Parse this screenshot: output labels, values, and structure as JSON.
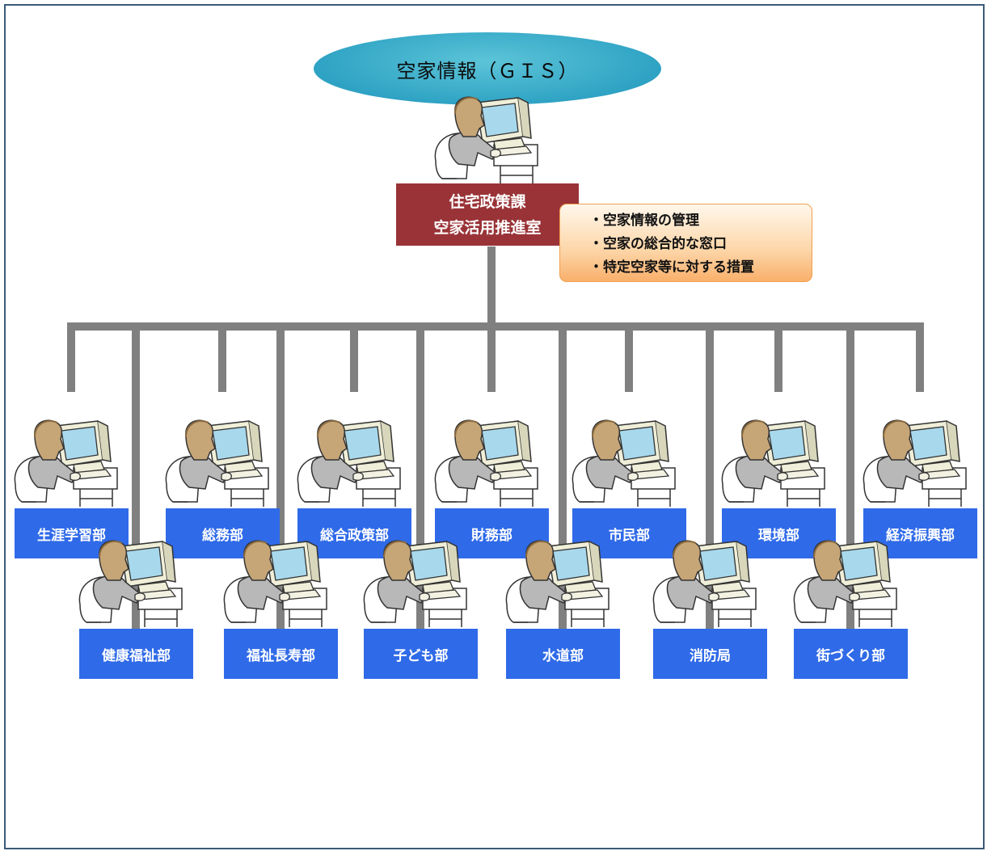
{
  "top": {
    "label": "空家情報（ＧＩＳ）"
  },
  "center": {
    "line1": "住宅政策課",
    "line2": "空家活用推進室"
  },
  "duties": [
    "・空家情報の管理",
    "・空家の総合的な窓口",
    "・特定空家等に対する措置"
  ],
  "departments_row1": [
    "生涯学習部",
    "総務部",
    "総合政策部",
    "財務部",
    "市民部",
    "環境部",
    "経済振興部"
  ],
  "departments_row2": [
    "健康福祉部",
    "福祉長寿部",
    "子ども部",
    "水道部",
    "消防局",
    "街づくり部"
  ],
  "colors": {
    "ellipse": "#2fa3c4",
    "center_box": "#993337",
    "department_box": "#2f6ae8",
    "connector": "#808080",
    "callout_border": "#f0a050"
  },
  "icons": {
    "workstation": "person-at-computer-icon"
  }
}
